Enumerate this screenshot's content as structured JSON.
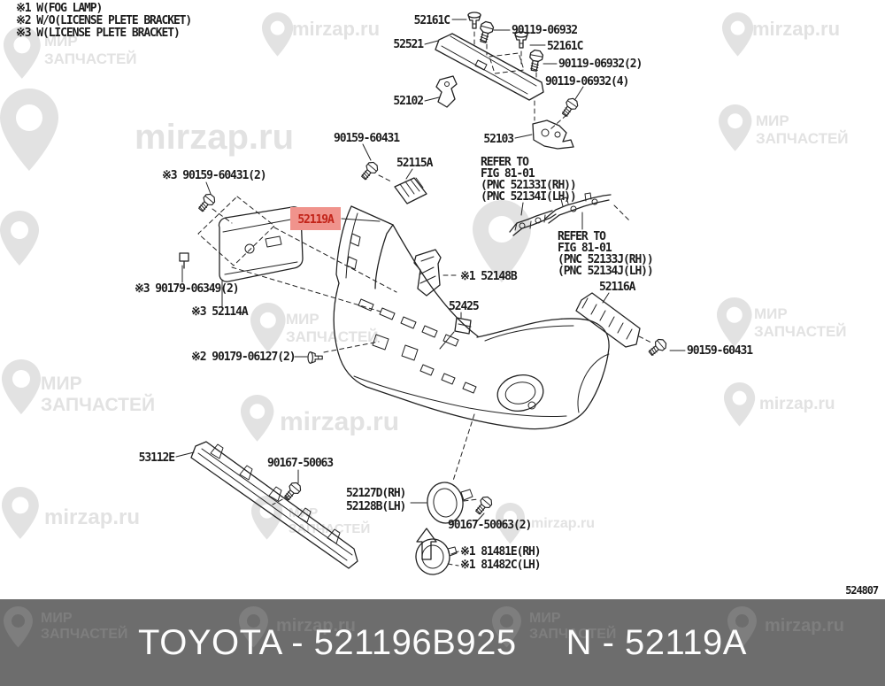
{
  "legend": {
    "lines": [
      "※1 W(FOG LAMP)",
      "※2 W/O(LICENSE PLETE BRACKET)",
      "※3 W(LICENSE PLETE BRACKET)"
    ]
  },
  "watermark": {
    "brand_top": "МИР",
    "brand_bottom": "ЗАПЧАСТЕЙ",
    "site": "mirzap.ru",
    "color_page": "#e2e2e2",
    "color_banner": "#7e7e7e"
  },
  "parts": {
    "p52161c_a": "52161C",
    "p90119_06932": "90119-06932",
    "p52521": "52521",
    "p52161c_b": "52161C",
    "p90119_06932_2": "90119-06932(2)",
    "p90119_06932_4": "90119-06932(4)",
    "p52102": "52102",
    "p52103": "52103",
    "p90159_60431_mid": "90159-60431",
    "p52115a": "52115A",
    "p90159_60431_left": "※3 90159-60431(2)",
    "p52119a": "52119A",
    "p52116a": "52116A",
    "p52148b": "※1 52148B",
    "p52425": "52425",
    "p90159_60431_right": "90159-60431",
    "p90179_06349": "※3 90179-06349(2)",
    "p52114a": "※3 52114A",
    "p90179_06127": "※2 90179-06127(2)",
    "p53112e": "53112E",
    "p90167_50063": "90167-50063",
    "p52127d": "52127D(RH)",
    "p52128b": "52128B(LH)",
    "p90167_50063_2": "90167-50063(2)",
    "p81481e": "※1 81481E(RH)",
    "p81482c": "※1 81482C(LH)"
  },
  "refer_blocks": {
    "block1": {
      "l1": "REFER TO",
      "l2": "FIG 81-01",
      "l3": "(PNC 52133I(RH))",
      "l4": "(PNC 52134I(LH))"
    },
    "block2": {
      "l1": "REFER TO",
      "l2": "FIG 81-01",
      "l3": "(PNC 52133J(RH))",
      "l4": "(PNC 52134J(LH))"
    }
  },
  "highlight": {
    "part": "52119A",
    "bg": "#f0938c",
    "text_color": "#c22318"
  },
  "diagram_code": "524807",
  "footer": {
    "left": "TOYOTA - 521196B925",
    "right": "N - 52119A",
    "bg": "#6d6d6d",
    "text_color": "#fdfdfd"
  }
}
